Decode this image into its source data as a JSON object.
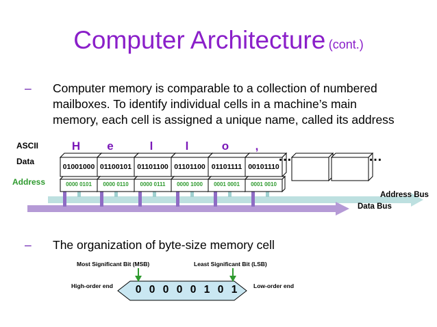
{
  "title": {
    "main": "Computer Architecture",
    "sub": "(cont.)"
  },
  "bullets": [
    {
      "dash": "–",
      "lines": [
        "Computer memory is comparable to a collection of numbered",
        "mailboxes. To identify individual cells in a machine’s main",
        "memory, each cell is assigned a unique name, called its address"
      ]
    },
    {
      "dash": "–",
      "lines": [
        "The organization of byte-size memory cell"
      ]
    }
  ],
  "memory_diagram": {
    "labels": {
      "ascii": "ASCII",
      "data": "Data",
      "address": "Address"
    },
    "cells": [
      {
        "char": "H",
        "bits": "01001000",
        "address": "0000 0101"
      },
      {
        "char": "e",
        "bits": "01100101",
        "address": "0000 0110"
      },
      {
        "char": "l",
        "bits": "01101100",
        "address": "0000 0111"
      },
      {
        "char": "l",
        "bits": "01101100",
        "address": "0000 1000"
      },
      {
        "char": "o",
        "bits": "01101111",
        "address": "0001 0001"
      },
      {
        "char": ",",
        "bits": "00101110",
        "address": "0001 0010"
      }
    ],
    "ellipsis": "…",
    "address_bus": "Address Bus",
    "data_bus": "Data Bus",
    "colors": {
      "cell_stroke": "#000000",
      "address_bus": "#bde0e0",
      "data_bus": "#b59ad6",
      "connector": "#8e6cc4",
      "address_text": "#2e9a2e",
      "letters": "#7a18b8"
    }
  },
  "byte_cell": {
    "msb_label": "Most Significant Bit (MSB)",
    "lsb_label": "Least Significant Bit (LSB)",
    "high_end": "High-order end",
    "low_end": "Low-order end",
    "bits": [
      "0",
      "0",
      "0",
      "0",
      "0",
      "1",
      "0",
      "1"
    ],
    "colors": {
      "fill": "#c9e7f2",
      "arrows": "#2e9a2e"
    }
  }
}
